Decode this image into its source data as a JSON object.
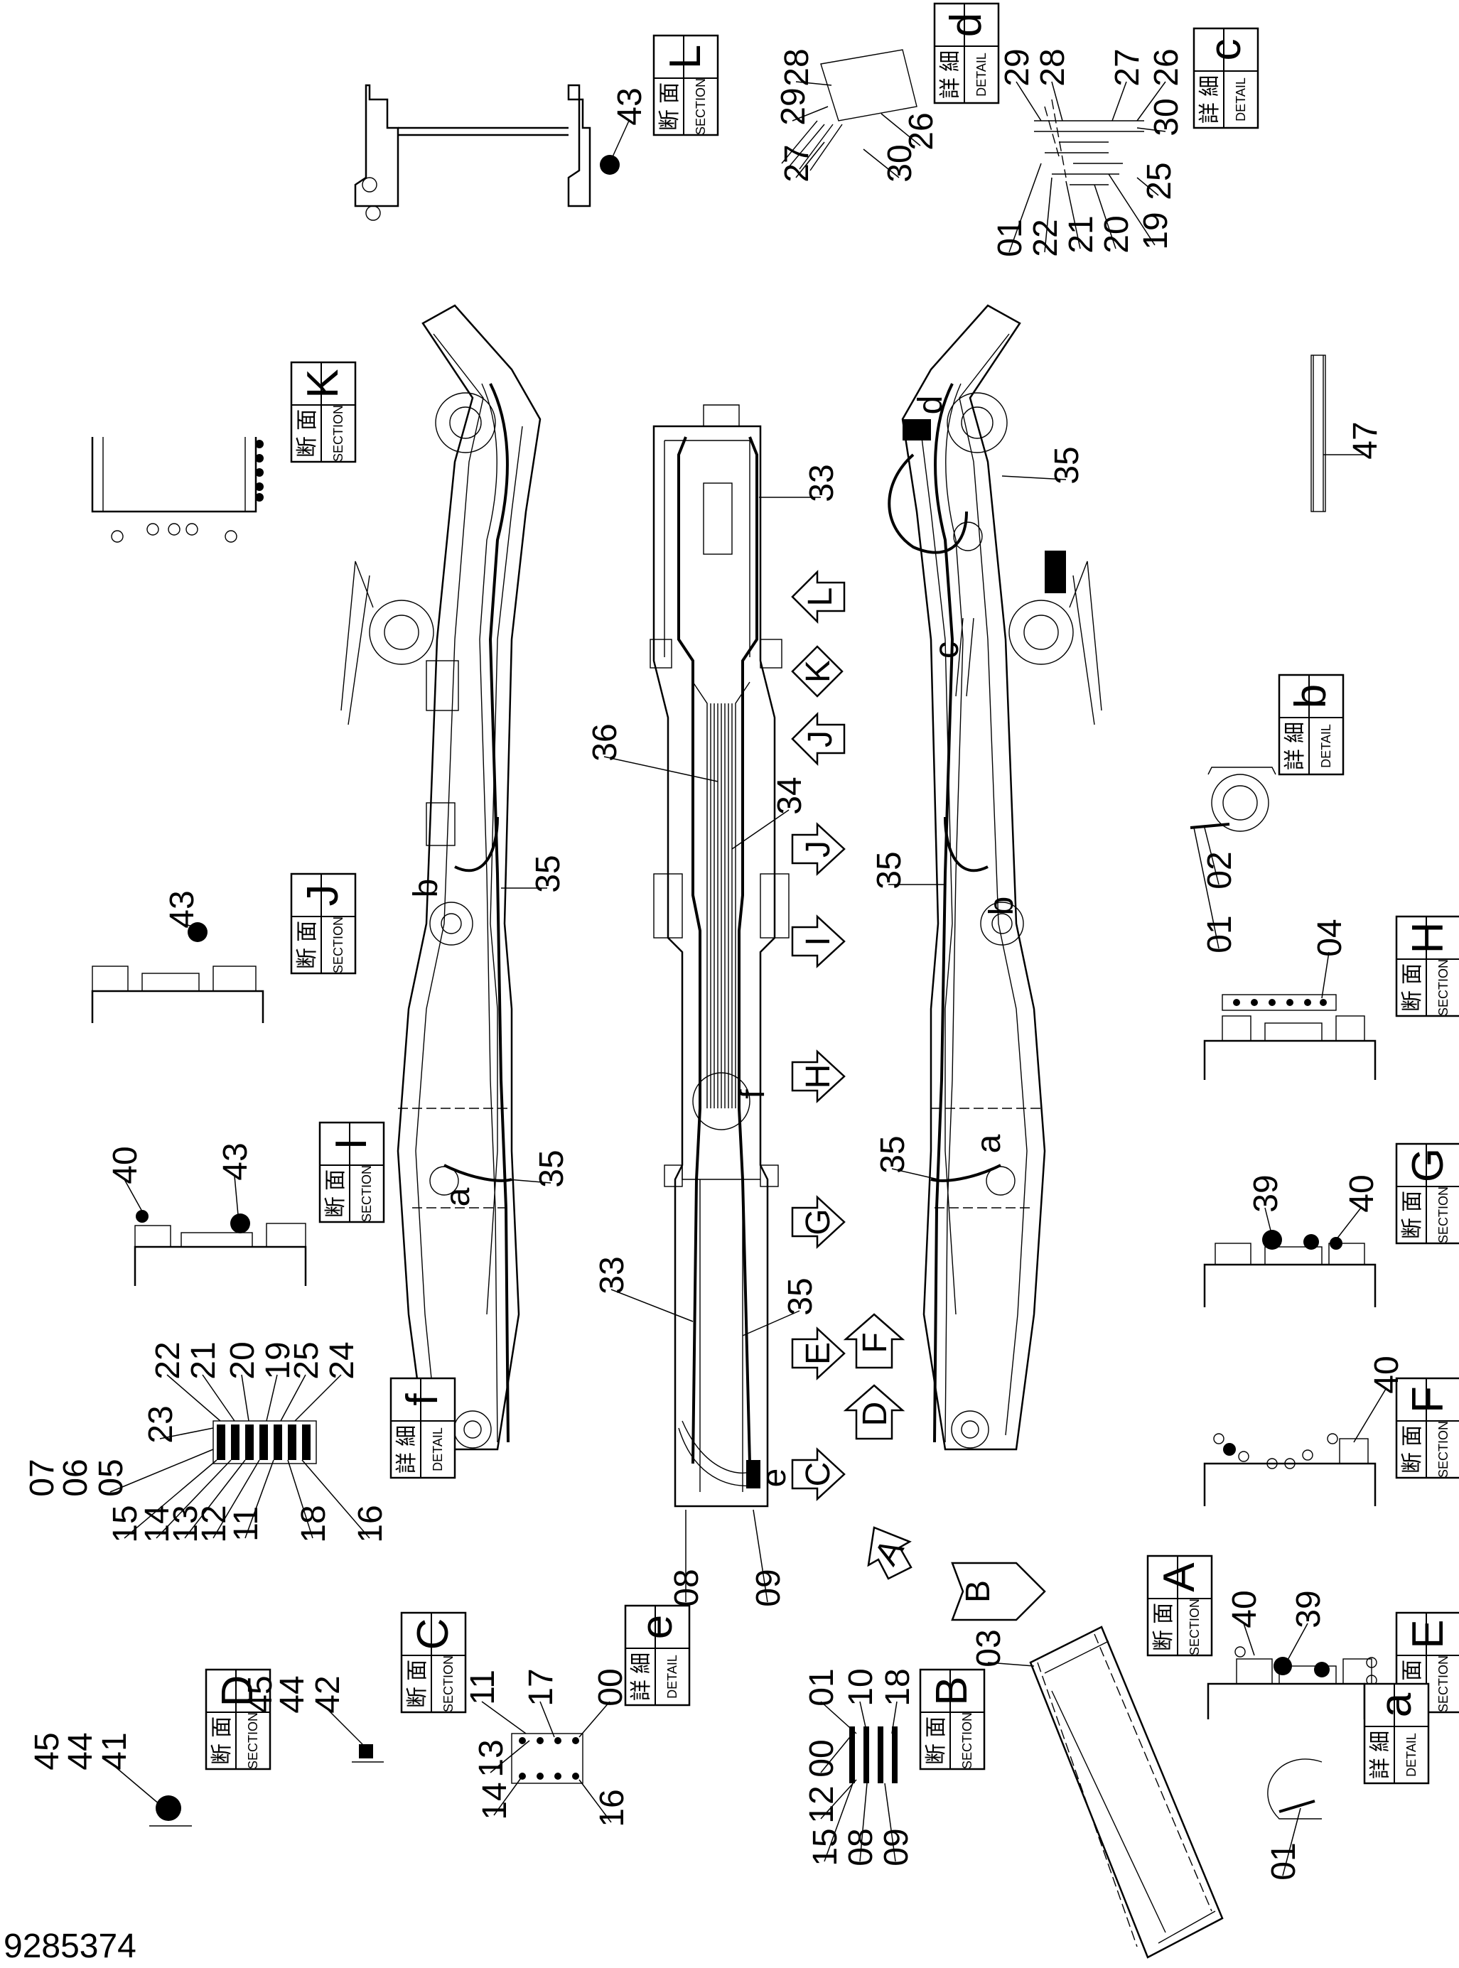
{
  "drawing_number": "9285374",
  "label_text": {
    "section_jp": "断 面",
    "section_en": "SECTION",
    "detail_jp": "詳 細",
    "detail_en": "DETAIL"
  },
  "view_boxes": [
    {
      "id": "L",
      "kind": "section"
    },
    {
      "id": "d",
      "kind": "detail"
    },
    {
      "id": "c",
      "kind": "detail"
    },
    {
      "id": "K",
      "kind": "section"
    },
    {
      "id": "J",
      "kind": "section"
    },
    {
      "id": "b",
      "kind": "detail"
    },
    {
      "id": "H",
      "kind": "section"
    },
    {
      "id": "I",
      "kind": "section"
    },
    {
      "id": "G",
      "kind": "section"
    },
    {
      "id": "f",
      "kind": "detail"
    },
    {
      "id": "F",
      "kind": "section"
    },
    {
      "id": "A",
      "kind": "section"
    },
    {
      "id": "E",
      "kind": "section"
    },
    {
      "id": "D",
      "kind": "section"
    },
    {
      "id": "C",
      "kind": "section"
    },
    {
      "id": "e",
      "kind": "detail"
    },
    {
      "id": "B",
      "kind": "section"
    },
    {
      "id": "a",
      "kind": "detail"
    }
  ],
  "section_arrows": [
    "L",
    "K",
    "J",
    "J",
    "I",
    "H",
    "G",
    "E",
    "F",
    "D",
    "C",
    "A",
    "B"
  ],
  "view_markers": [
    "a",
    "a",
    "b",
    "b",
    "c",
    "d",
    "e",
    "f"
  ],
  "part_numbers": [
    "43",
    "28",
    "29",
    "27",
    "26",
    "30",
    "29",
    "28",
    "27",
    "26",
    "30",
    "25",
    "19",
    "20",
    "21",
    "22",
    "01",
    "33",
    "35",
    "36",
    "34",
    "35",
    "47",
    "35",
    "02",
    "04",
    "35",
    "35",
    "43",
    "40",
    "43",
    "39",
    "40",
    "33",
    "35",
    "40",
    "22",
    "21",
    "20",
    "19",
    "25",
    "24",
    "23",
    "07",
    "06",
    "05",
    "15",
    "14",
    "13",
    "12",
    "11",
    "18",
    "16",
    "08",
    "09",
    "40",
    "39",
    "03",
    "45",
    "44",
    "41",
    "45",
    "44",
    "42",
    "11",
    "17",
    "00",
    "13",
    "14",
    "16",
    "01",
    "10",
    "18",
    "00",
    "12",
    "15",
    "08",
    "09",
    "01",
    "01"
  ]
}
